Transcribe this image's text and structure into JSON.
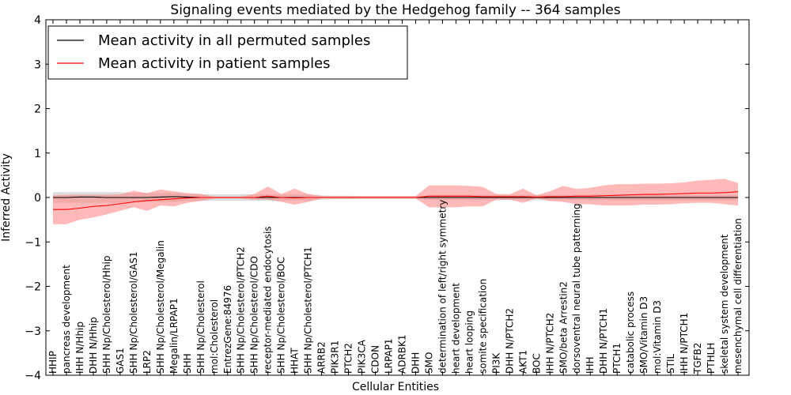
{
  "chart_data": {
    "type": "line",
    "title": "Signaling events mediated by the Hedgehog family -- 364 samples",
    "xlabel": "Cellular Entities",
    "ylabel": "Inferred Activity",
    "ylim": [
      -4,
      4
    ],
    "yticks": [
      "4",
      "3",
      "2",
      "1",
      "0",
      "−1",
      "−2",
      "−3",
      "−4"
    ],
    "grid": false,
    "legend_position": "top-left",
    "colors": {
      "permuted": "#000000",
      "patient": "#ff0000",
      "permuted_band": "#bfbfbf",
      "patient_band": "#ff8080"
    },
    "categories": [
      "HHIP",
      "pancreas development",
      "IHH N/Hhip",
      "DHH N/Hhip",
      "SHH Np/Cholesterol/Hhip",
      "GAS1",
      "SHH Np/Cholesterol/GAS1",
      "LRP2",
      "SHH Np/Cholesterol/Megalin",
      "Megalin/LRPAP1",
      "SHH",
      "SHH Np/Cholesterol",
      "mol:Cholesterol",
      "EntrezGene:84976",
      "SHH Np/Cholesterol/PTCH2",
      "SHH Np/Cholesterol/CDO",
      "receptor-mediated endocytosis",
      "SHH Np/Cholesterol/BOC",
      "HHAT",
      "SHH Np/Cholesterol/PTCH1",
      "ARRB2",
      "PIK3R1",
      "PTCH2",
      "PIK3CA",
      "CDON",
      "LRPAP1",
      "ADRBK1",
      "DHH",
      "SMO",
      "determination of left/right symmetry",
      "heart development",
      "heart looping",
      "somite specification",
      "PI3K",
      "DHH N/PTCH2",
      "AKT1",
      "BOC",
      "IHH N/PTCH2",
      "SMO/beta Arrestin2",
      "dorsoventral neural tube patterning",
      "IHH",
      "DHH N/PTCH1",
      "PTCH1",
      "catabolic process",
      "SMO/Vitamin D3",
      "mol:Vitamin D3",
      "STIL",
      "IHH N/PTCH1",
      "TGFB2",
      "PTHLH",
      "skeletal system development",
      "mesenchymal cell differentiation"
    ],
    "series": [
      {
        "name": "Mean activity in all permuted samples",
        "values": [
          0.0,
          0.0,
          0.01,
          0.01,
          0.0,
          0.0,
          0.0,
          0.0,
          0.01,
          0.02,
          0.01,
          0.0,
          0.0,
          0.0,
          0.0,
          0.0,
          0.0,
          0.0,
          0.0,
          0.0,
          0.0,
          0.0,
          0.0,
          0.0,
          0.0,
          0.0,
          0.0,
          0.0,
          0.0,
          0.0,
          0.0,
          0.0,
          0.0,
          0.0,
          0.0,
          0.0,
          0.0,
          0.0,
          0.0,
          0.0,
          0.0,
          0.0,
          0.0,
          0.0,
          0.0,
          0.0,
          0.0,
          0.0,
          0.0,
          0.0,
          0.0,
          0.0
        ],
        "lower": [
          -0.12,
          -0.12,
          -0.12,
          -0.12,
          -0.12,
          -0.12,
          -0.1,
          -0.1,
          -0.1,
          -0.1,
          -0.08,
          -0.07,
          -0.07,
          -0.07,
          -0.07,
          -0.07,
          -0.07,
          -0.07,
          -0.07,
          -0.07,
          -0.05,
          -0.04,
          -0.04,
          -0.03,
          -0.03,
          -0.03,
          -0.03,
          -0.03,
          -0.05,
          -0.06,
          -0.06,
          -0.06,
          -0.06,
          -0.06,
          -0.06,
          -0.06,
          -0.06,
          -0.06,
          -0.06,
          -0.06,
          -0.06,
          -0.06,
          -0.06,
          -0.06,
          -0.06,
          -0.06,
          -0.06,
          -0.06,
          -0.06,
          -0.06,
          -0.06,
          -0.06
        ],
        "upper": [
          0.12,
          0.12,
          0.12,
          0.12,
          0.12,
          0.12,
          0.1,
          0.1,
          0.1,
          0.1,
          0.08,
          0.07,
          0.07,
          0.07,
          0.07,
          0.07,
          0.07,
          0.07,
          0.07,
          0.07,
          0.05,
          0.04,
          0.04,
          0.03,
          0.03,
          0.03,
          0.03,
          0.03,
          0.05,
          0.06,
          0.06,
          0.06,
          0.06,
          0.06,
          0.06,
          0.06,
          0.06,
          0.06,
          0.06,
          0.06,
          0.06,
          0.06,
          0.06,
          0.06,
          0.06,
          0.06,
          0.06,
          0.06,
          0.06,
          0.06,
          0.06,
          0.06
        ]
      },
      {
        "name": "Mean activity in patient samples",
        "values": [
          -0.27,
          -0.27,
          -0.24,
          -0.2,
          -0.18,
          -0.14,
          -0.1,
          -0.07,
          -0.05,
          -0.03,
          -0.01,
          0.0,
          0.0,
          0.0,
          0.0,
          0.0,
          0.03,
          0.0,
          -0.01,
          0.0,
          0.0,
          0.0,
          0.0,
          0.0,
          0.0,
          0.0,
          0.0,
          0.0,
          0.03,
          0.03,
          0.03,
          0.03,
          0.02,
          0.02,
          0.02,
          0.02,
          0.01,
          0.02,
          0.02,
          0.03,
          0.03,
          0.04,
          0.05,
          0.06,
          0.07,
          0.07,
          0.08,
          0.09,
          0.1,
          0.1,
          0.11,
          0.13
        ],
        "lower": [
          -0.6,
          -0.6,
          -0.5,
          -0.45,
          -0.38,
          -0.3,
          -0.22,
          -0.3,
          -0.18,
          -0.2,
          -0.12,
          -0.08,
          -0.02,
          -0.02,
          -0.02,
          -0.05,
          -0.05,
          -0.1,
          -0.16,
          -0.1,
          -0.02,
          -0.02,
          -0.02,
          -0.02,
          -0.02,
          -0.02,
          -0.02,
          -0.02,
          -0.22,
          -0.22,
          -0.22,
          -0.2,
          -0.2,
          -0.05,
          -0.05,
          -0.12,
          -0.02,
          -0.08,
          -0.1,
          -0.15,
          -0.15,
          -0.18,
          -0.18,
          -0.18,
          -0.16,
          -0.16,
          -0.15,
          -0.13,
          -0.12,
          -0.12,
          -0.15,
          -0.18
        ],
        "upper": [
          0.05,
          0.06,
          0.06,
          0.06,
          0.06,
          0.07,
          0.15,
          0.1,
          0.18,
          0.14,
          0.1,
          0.08,
          0.02,
          0.02,
          0.02,
          0.08,
          0.25,
          0.08,
          0.2,
          0.08,
          0.03,
          0.03,
          0.03,
          0.03,
          0.03,
          0.03,
          0.03,
          0.03,
          0.27,
          0.27,
          0.27,
          0.26,
          0.24,
          0.08,
          0.07,
          0.2,
          0.05,
          0.14,
          0.26,
          0.19,
          0.22,
          0.27,
          0.3,
          0.3,
          0.31,
          0.31,
          0.32,
          0.34,
          0.38,
          0.4,
          0.42,
          0.33
        ]
      }
    ]
  }
}
